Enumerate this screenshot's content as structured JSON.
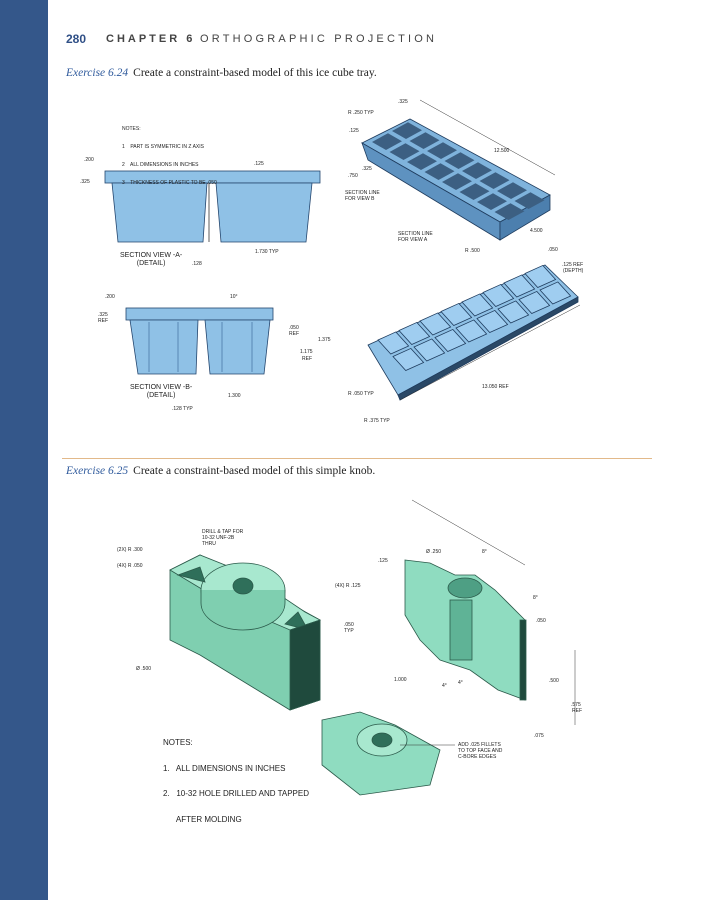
{
  "header": {
    "page_number": "280",
    "chapter": "CHAPTER 6",
    "chapter_title": "ORTHOGRAPHIC PROJECTION"
  },
  "exercise_624": {
    "number": "Exercise 6.24",
    "text": "Create a constraint-based model of this ice cube tray.",
    "notes": [
      "NOTES:",
      "1    PART IS SYMMETRIC IN Z AXIS",
      "2    ALL DIMENSIONS IN INCHES",
      "3    THICKNESS OF PLASTIC TO BE .050"
    ],
    "section_a": {
      "title": "SECTION VIEW -A-",
      "subtitle": "(DETAIL)",
      "dims": [
        ".200",
        ".325",
        ".125",
        "1.730 TYP",
        ".128"
      ]
    },
    "section_b": {
      "title": "SECTION VIEW -B-",
      "subtitle": "(DETAIL)",
      "dims": [
        ".200",
        ".325",
        "REF",
        "10°",
        ".050",
        "REF",
        "1.375",
        "1.175",
        "REF",
        "1.300",
        ".128 TYP"
      ]
    },
    "iso_top": {
      "dims": [
        ".325",
        "R .250 TYP",
        ".125",
        "12.500",
        ".325",
        ".750",
        "SECTION LINE",
        "FOR VIEW B",
        "SECTION LINE",
        "FOR VIEW A",
        "4.500",
        "R .500"
      ]
    },
    "iso_bottom": {
      "dims": [
        ".050",
        ".125 REF",
        "(DEPTH)",
        "13.050 REF",
        "R .050 TYP",
        "R .375 TYP"
      ]
    }
  },
  "exercise_625": {
    "number": "Exercise 6.25",
    "text": "Create a constraint-based model of this simple knob.",
    "knob_iso": {
      "dims": [
        "DRILL & TAP FOR",
        "10-32 UNF-2B",
        "THRU",
        "(2X) R .300",
        "(4X) R .050",
        "(4X) R .125",
        ".050",
        "TYP",
        "Ø .500"
      ]
    },
    "notes": [
      "NOTES:",
      "1.   ALL DIMENSIONS IN INCHES",
      "2.   10-32 HOLE DRILLED AND TAPPED",
      "      AFTER MOLDING"
    ],
    "knob_section": {
      "dims": [
        "Ø .250",
        "8°",
        ".125",
        "8°",
        ".050",
        "1.000",
        "4°",
        "4°",
        ".500",
        ".575",
        "REF",
        ".075"
      ]
    },
    "fillet_note": [
      "ADD .025 FILLETS",
      "TO TOP FACE AND",
      "C-BORE EDGES"
    ]
  },
  "colors": {
    "sidebar": "#34578a",
    "tray": "#8fc1e6",
    "knob": "#8fdcc0",
    "divider": "#e2b98a"
  }
}
